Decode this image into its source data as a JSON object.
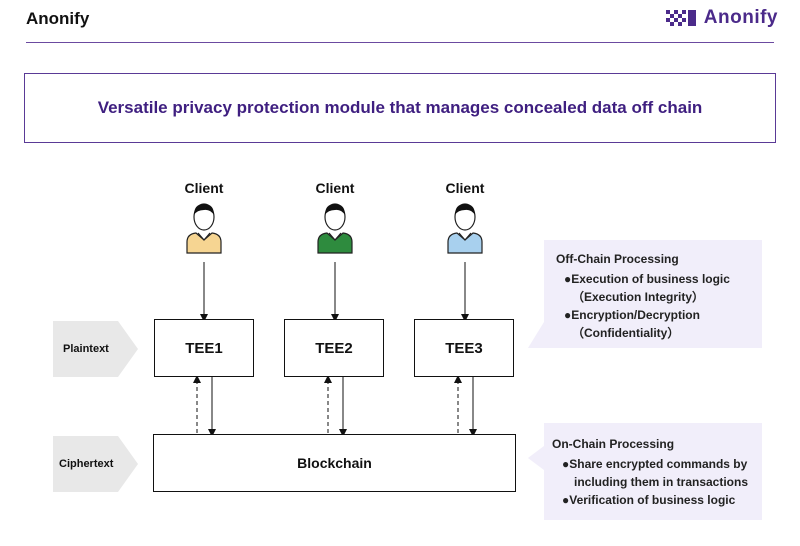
{
  "header": {
    "title": "Anonify",
    "logo_text": "Anonify",
    "logo_icon": "checker-logo-icon"
  },
  "banner": {
    "text": "Versatile privacy protection module that manages concealed data off chain"
  },
  "clients": [
    {
      "label": "Client",
      "shirt_color": "#f6d592"
    },
    {
      "label": "Client",
      "shirt_color": "#2e8b3e"
    },
    {
      "label": "Client",
      "shirt_color": "#a8d0ee"
    }
  ],
  "tees": [
    "TEE1",
    "TEE2",
    "TEE3"
  ],
  "blockchain": "Blockchain",
  "side_labels": {
    "plaintext": "Plaintext",
    "ciphertext": "Ciphertext"
  },
  "off_chain": {
    "heading": "Off-Chain Processing",
    "lines": [
      "●Execution of business logic",
      "（Execution Integrity）",
      "●Encryption/Decryption",
      "（Confidentiality）"
    ]
  },
  "on_chain": {
    "heading": "On-Chain Processing",
    "lines": [
      "●Share encrypted commands by",
      "including them in  transactions",
      "●Verification of business logic"
    ]
  },
  "colors": {
    "accent": "#4b2a8a",
    "panel_bg": "#f1eefa",
    "label_bg": "#e8e8e8"
  }
}
